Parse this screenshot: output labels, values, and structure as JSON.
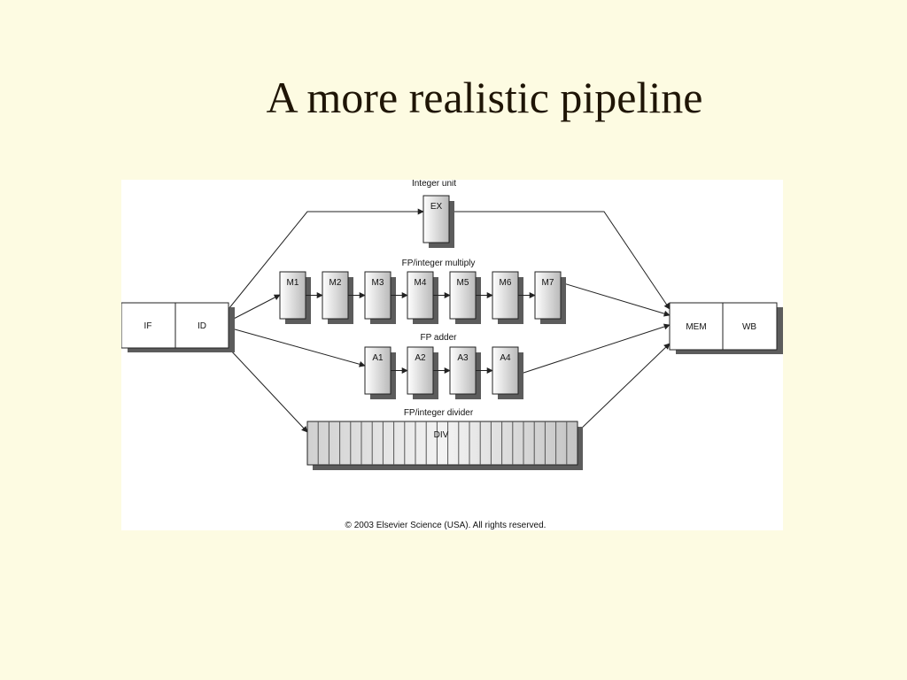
{
  "slide": {
    "title": "A more realistic pipeline"
  },
  "diagram": {
    "front_stages": [
      "IF",
      "ID"
    ],
    "back_stages": [
      "MEM",
      "WB"
    ],
    "integer_unit": {
      "label": "Integer unit",
      "stages": [
        "EX"
      ]
    },
    "fp_multiply": {
      "label": "FP/integer multiply",
      "stages": [
        "M1",
        "M2",
        "M3",
        "M4",
        "M5",
        "M6",
        "M7"
      ]
    },
    "fp_adder": {
      "label": "FP adder",
      "stages": [
        "A1",
        "A2",
        "A3",
        "A4"
      ]
    },
    "fp_divider": {
      "label": "FP/integer divider",
      "stage_label": "DIV",
      "segments": 25
    },
    "copyright": "© 2003 Elsevier Science (USA). All rights reserved."
  },
  "colors": {
    "background": "#fdfbe2",
    "panel": "#ffffff",
    "box_shadow": "#5c5c5c",
    "line": "#222222"
  }
}
